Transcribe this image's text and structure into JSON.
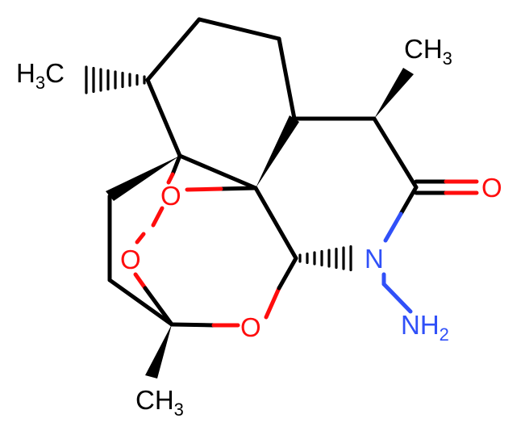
{
  "colors": {
    "carbon": "#000000",
    "oxygen": "#ff0d0d",
    "nitrogen": "#3050f8"
  },
  "labels": {
    "ch3_top_left": {
      "main": "H",
      "sub": "3",
      "tail": "C"
    },
    "ch3_top_right": {
      "main": "CH",
      "sub": "3"
    },
    "ch3_bottom": {
      "main": "CH",
      "sub": "3"
    },
    "o_carbonyl": {
      "main": "O"
    },
    "o_peroxide_top": {
      "main": "O"
    },
    "o_peroxide_left": {
      "main": "O"
    },
    "o_ring": {
      "main": "O"
    },
    "n_ring": {
      "main": "N"
    },
    "nh2": {
      "main": "NH",
      "sub": "2"
    }
  }
}
